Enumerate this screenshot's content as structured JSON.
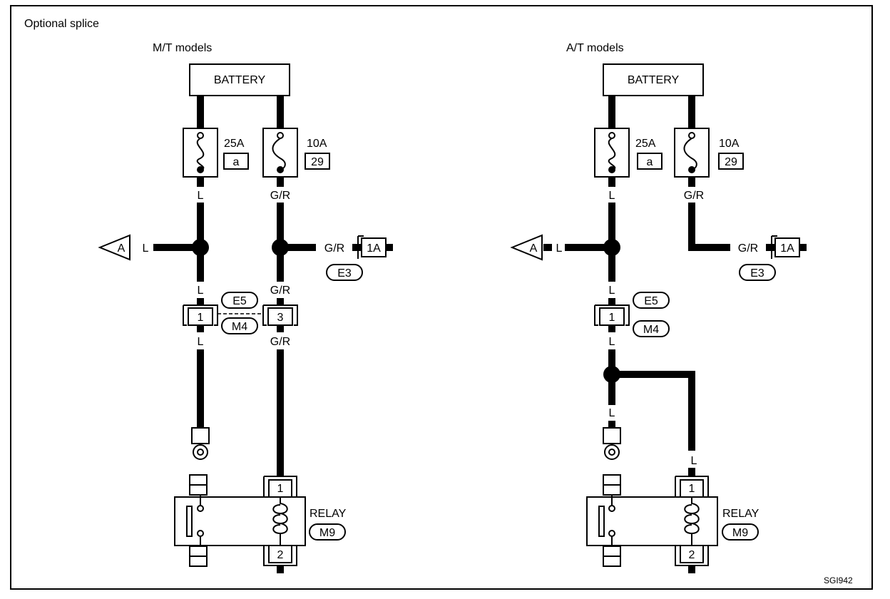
{
  "header": {
    "title": "Optional splice",
    "code": "SGI942"
  },
  "mt": {
    "title": "M/T models",
    "battery": "BATTERY",
    "fuse_left": {
      "rating": "25A",
      "id": "a"
    },
    "fuse_right": {
      "rating": "10A",
      "id": "29"
    },
    "wire_l": "L",
    "wire_gr": "G/R",
    "arrow": "A",
    "conn_1a": "1A",
    "conn_e3": "E3",
    "conn_e5": "E5",
    "conn_m4": "M4",
    "pin_1": "1",
    "pin_3": "3",
    "relay": "RELAY",
    "relay_id": "M9",
    "relay_pin_1": "1",
    "relay_pin_2": "2"
  },
  "at": {
    "title": "A/T models",
    "battery": "BATTERY",
    "fuse_left": {
      "rating": "25A",
      "id": "a"
    },
    "fuse_right": {
      "rating": "10A",
      "id": "29"
    },
    "wire_l": "L",
    "wire_gr": "G/R",
    "arrow": "A",
    "conn_1a": "1A",
    "conn_e3": "E3",
    "conn_e5": "E5",
    "conn_m4": "M4",
    "pin_1": "1",
    "relay": "RELAY",
    "relay_id": "M9",
    "relay_pin_1": "1",
    "relay_pin_2": "2"
  }
}
